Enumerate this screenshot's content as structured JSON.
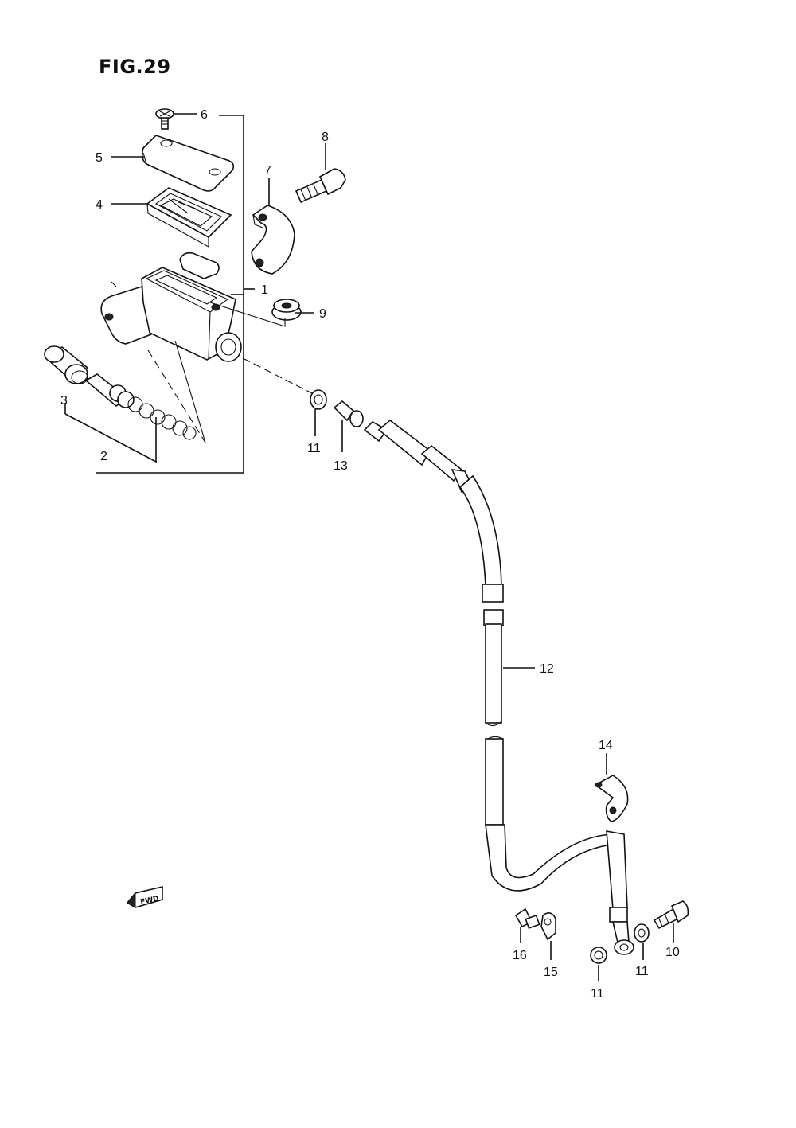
{
  "figure": {
    "title": "FIG.29"
  },
  "callouts": {
    "c1": "1",
    "c2": "2",
    "c3": "3",
    "c4": "4",
    "c5": "5",
    "c6": "6",
    "c7": "7",
    "c8": "8",
    "c9": "9",
    "c10": "10",
    "c11a": "11",
    "c11b": "11",
    "c11c": "11",
    "c12": "12",
    "c13": "13",
    "c14": "14",
    "c15": "15",
    "c16": "16"
  },
  "fwd_marker": {
    "label": "FWD",
    "icon": "fwd-arrow-icon"
  },
  "colors": {
    "ink": "#111111",
    "paper": "#ffffff"
  }
}
